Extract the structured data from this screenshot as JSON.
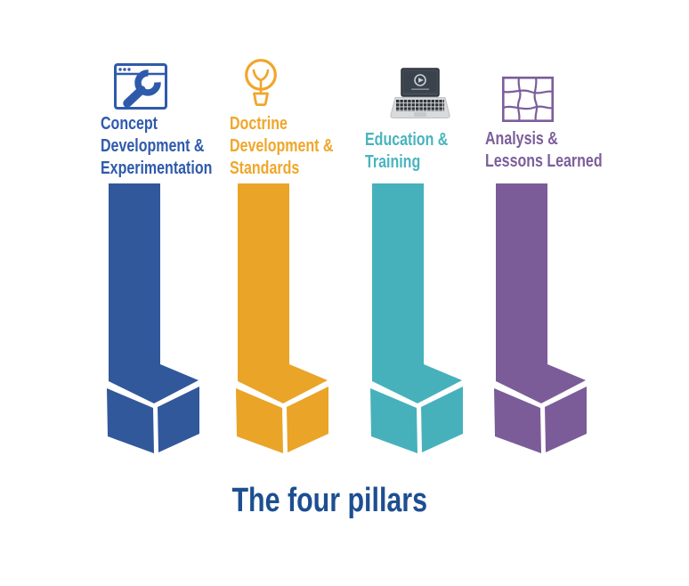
{
  "title": "The four pillars",
  "title_color": "#1D4E91",
  "background": "#FFFFFF",
  "pillars": [
    {
      "id": "concept-development-experimentation",
      "label_lines": [
        "Concept",
        "Development &",
        "Experimentation"
      ],
      "color": "#31589B",
      "accent": "#2F5AAC",
      "icon": "browser-wrench-icon"
    },
    {
      "id": "doctrine-development-standards",
      "label_lines": [
        "Doctrine",
        "Development &",
        "Standards"
      ],
      "color": "#EAA428",
      "accent": "#F0A62A",
      "icon": "lightbulb-icon"
    },
    {
      "id": "education-training",
      "label_lines": [
        "Education &",
        "Training"
      ],
      "color": "#46B1BB",
      "accent": "#48B4BE",
      "icon": "laptop-video-icon"
    },
    {
      "id": "analysis-lessons-learned",
      "label_lines": [
        "Analysis &",
        "Lessons Learned"
      ],
      "color": "#7B5C99",
      "accent": "#7C5E9B",
      "icon": "map-grid-icon"
    }
  ]
}
